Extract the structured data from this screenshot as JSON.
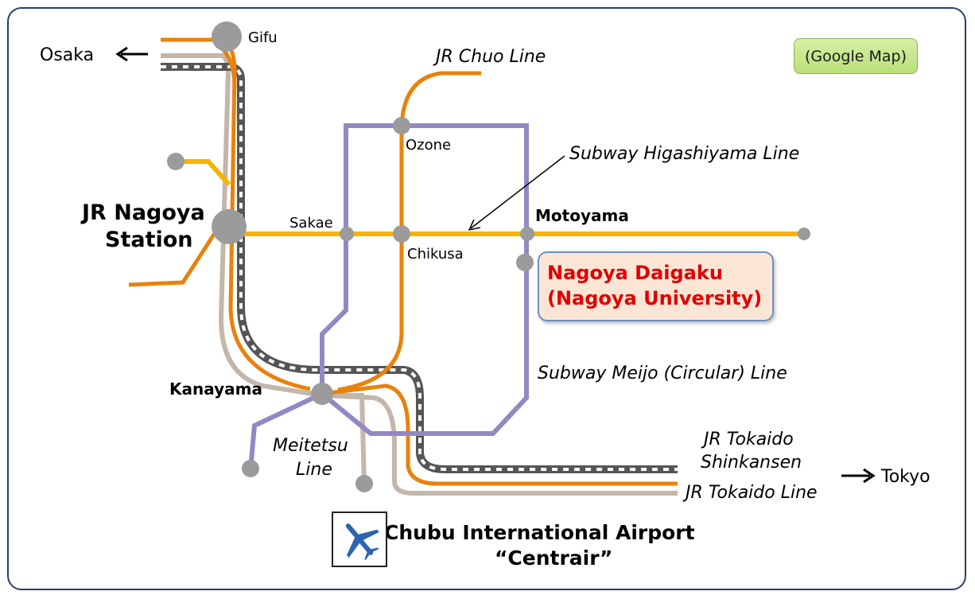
{
  "map": {
    "cities": {
      "west": "Osaka",
      "east": "Tokyo"
    },
    "stations": {
      "gifu": "Gifu",
      "nagoya_line1": "JR Nagoya",
      "nagoya_line2": "Station",
      "sakae": "Sakae",
      "chikusa": "Chikusa",
      "ozone": "Ozone",
      "motoyama": "Motoyama",
      "kanayama": "Kanayama"
    },
    "lines": {
      "chuo": "JR Chuo Line",
      "higashiyama": "Subway Higashiyama Line",
      "meijo_prefix": "Subway Meijo (",
      "meijo_paren": "Circular",
      "meijo_suffix": ") Line",
      "meitetsu_line1": "Meitetsu",
      "meitetsu_line2": "Line",
      "tokaido_shinkansen_line1": "JR Tokaido",
      "tokaido_shinkansen_line2": "Shinkansen",
      "tokaido": "JR Tokaido Line"
    },
    "destination": {
      "line1": "Nagoya Daigaku",
      "line2": "(Nagoya University)"
    },
    "airport": {
      "line1": "Chubu International Airport",
      "line2": "“Centrair”"
    },
    "google_map_button": "(Google Map)",
    "colors": {
      "jr_orange": "#e8820c",
      "higashiyama_yellow": "#f5b400",
      "meijo_purple": "#9388c4",
      "meitetsu_gray": "#c3b6ab",
      "shinkansen": "#555555",
      "station": "#9b9b9b",
      "university_text": "#e00000",
      "airport_plane": "#2d63b0"
    }
  }
}
